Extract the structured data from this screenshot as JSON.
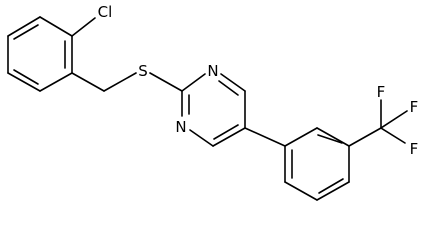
{
  "molecule": {
    "atoms": {
      "Cl": "Cl",
      "S": "S",
      "N1": "N",
      "N2": "N",
      "F1": "F",
      "F2": "F",
      "F3": "F"
    }
  }
}
